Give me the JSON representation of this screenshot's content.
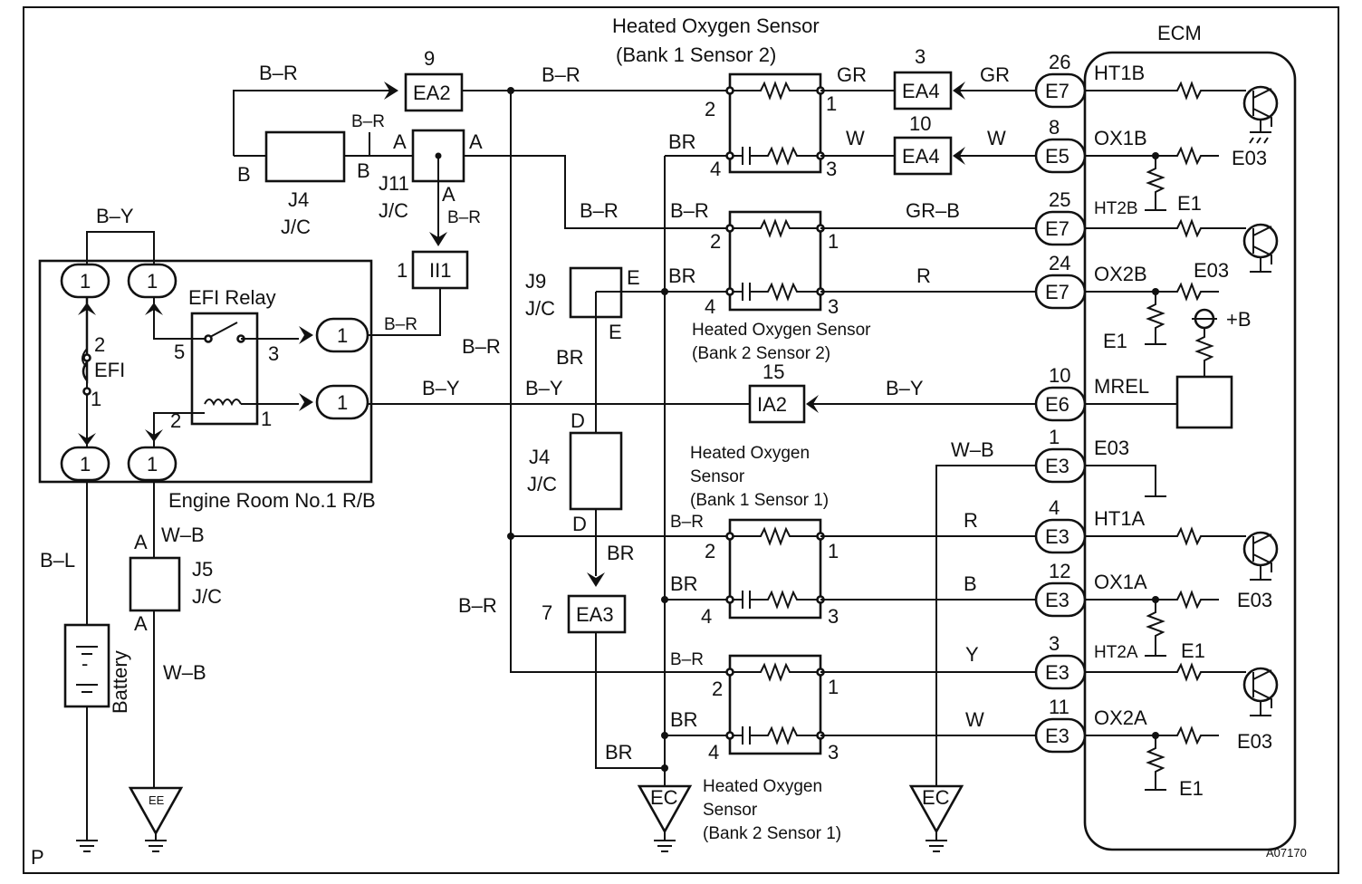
{
  "diagram": {
    "ecm": "ECM",
    "ref_code": "A07170",
    "page_mark": "P",
    "battery": "Battery",
    "efi_relay": "EFI Relay",
    "efi_fuse": "EFI",
    "engine_room": "Engine Room No.1 R/B",
    "ground_ee": "EE",
    "ground_ec": "EC",
    "sensor_b1s2": [
      "Heated Oxygen Sensor",
      "(Bank 1 Sensor 2)"
    ],
    "sensor_b2s2": [
      "Heated Oxygen Sensor",
      "(Bank 2 Sensor 2)"
    ],
    "sensor_b1s1": [
      "Heated Oxygen",
      "Sensor",
      "(Bank 1 Sensor 1)"
    ],
    "sensor_b2s1": [
      "Heated Oxygen",
      "Sensor",
      "(Bank 2 Sensor 1)"
    ],
    "connectors": {
      "EA2": "EA2",
      "EA4": "EA4",
      "II1": "II1",
      "IA2": "IA2",
      "EA3": "EA3",
      "J4": "J4",
      "J11": "J11",
      "J9": "J9",
      "J5": "J5",
      "JC": "J/C"
    },
    "ecm_pins": [
      {
        "num": "26",
        "conn": "E7",
        "sig": "HT1B"
      },
      {
        "num": "8",
        "conn": "E5",
        "sig": "OX1B"
      },
      {
        "num": "25",
        "conn": "E7",
        "sig": "HT2B"
      },
      {
        "num": "24",
        "conn": "E7",
        "sig": "OX2B"
      },
      {
        "num": "10",
        "conn": "E6",
        "sig": "MREL"
      },
      {
        "num": "1",
        "conn": "E3",
        "sig": "E03"
      },
      {
        "num": "4",
        "conn": "E3",
        "sig": "HT1A"
      },
      {
        "num": "12",
        "conn": "E3",
        "sig": "OX1A"
      },
      {
        "num": "3",
        "conn": "E3",
        "sig": "HT2A"
      },
      {
        "num": "11",
        "conn": "E3",
        "sig": "OX2A"
      }
    ],
    "ecm_grounds": [
      "E03",
      "E1",
      "+B"
    ],
    "wire_colors": [
      "B-R",
      "B-Y",
      "B-L",
      "W-B",
      "BR",
      "GR",
      "W",
      "GR-B",
      "R",
      "B",
      "Y",
      "B"
    ],
    "pin_numbers": [
      "1",
      "2",
      "3",
      "4",
      "5",
      "9",
      "10",
      "15",
      "7",
      "3"
    ],
    "terminal_letters": [
      "A",
      "B",
      "D",
      "E"
    ]
  }
}
